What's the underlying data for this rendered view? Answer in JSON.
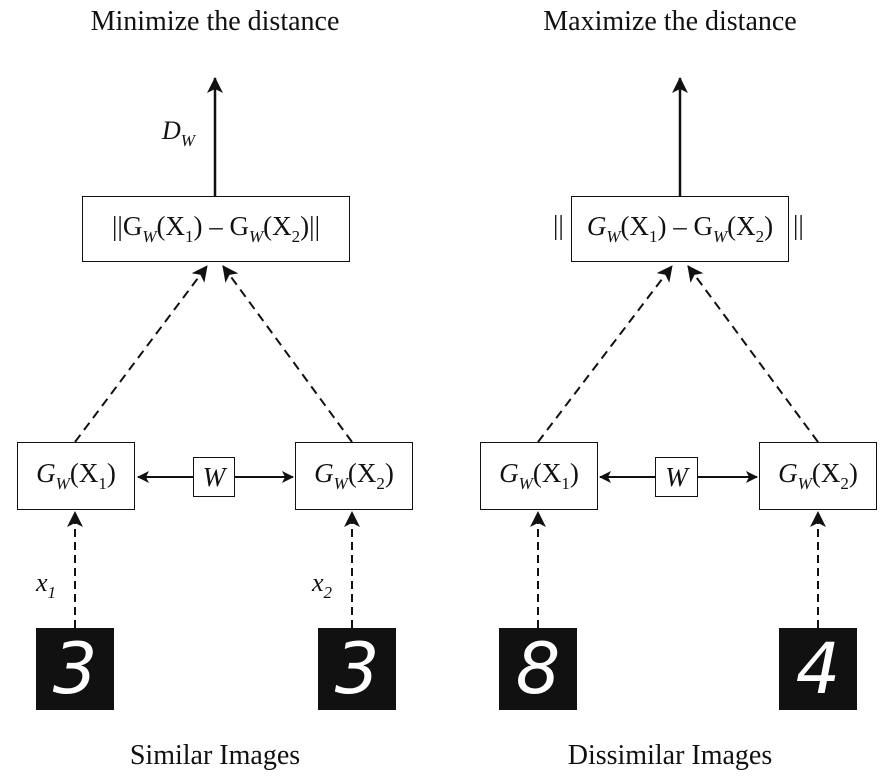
{
  "left": {
    "heading": "Minimize the distance",
    "output_label": {
      "base": "D",
      "sub": "W"
    },
    "distance_box": {
      "parts": [
        "||G",
        "W",
        "(X",
        "1",
        ") – G",
        "W",
        "(X",
        "2",
        ")||"
      ]
    },
    "g1": {
      "base": "G",
      "sub": "W",
      "arg": "(X",
      "argsub": "1",
      "close": ")"
    },
    "g2": {
      "base": "G",
      "sub": "W",
      "arg": "(X",
      "argsub": "2",
      "close": ")"
    },
    "w": "W",
    "x1": {
      "base": "x",
      "sub": "1"
    },
    "x2": {
      "base": "x",
      "sub": "2"
    },
    "img1": "3",
    "img2": "3",
    "caption": "Similar Images"
  },
  "right": {
    "heading": "Maximize the distance",
    "distance_box": {
      "outer_left": "||",
      "parts": [
        "G",
        "W",
        "(X",
        "1",
        ") – G",
        "W",
        "(X",
        "2",
        ")"
      ],
      "outer_right": "||"
    },
    "g1": {
      "base": "G",
      "sub": "W",
      "arg": "(X",
      "argsub": "1",
      "close": ")"
    },
    "g2": {
      "base": "G",
      "sub": "W",
      "arg": "(X",
      "argsub": "2",
      "close": ")"
    },
    "w": "W",
    "img1": "8",
    "img2": "4",
    "caption": "Dissimilar Images"
  }
}
